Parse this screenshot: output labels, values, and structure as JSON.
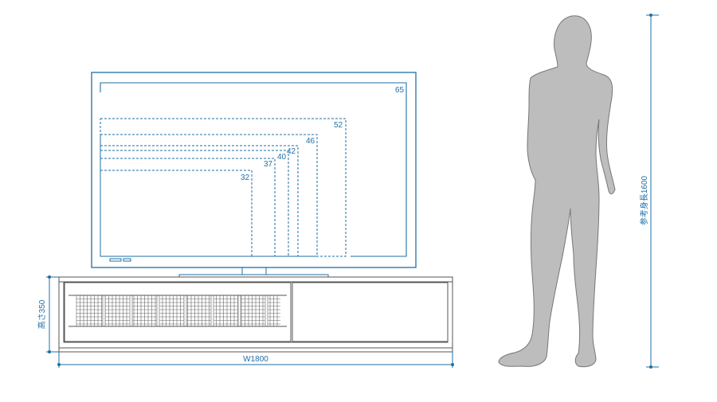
{
  "colors": {
    "accent": "#1f6fa6",
    "outline": "#555555",
    "figure_fill": "#bdbdbd",
    "figure_stroke": "#777777",
    "background": "#ffffff"
  },
  "tv_sizes": [
    {
      "id": "65",
      "label": "65"
    },
    {
      "id": "52",
      "label": "52"
    },
    {
      "id": "46",
      "label": "46"
    },
    {
      "id": "42",
      "label": "42"
    },
    {
      "id": "40",
      "label": "40"
    },
    {
      "id": "37",
      "label": "37"
    },
    {
      "id": "32",
      "label": "32"
    }
  ],
  "dimensions": {
    "width_label": "W1800",
    "height_label": "高さ350",
    "reference_height_label": "参考身長1600"
  }
}
